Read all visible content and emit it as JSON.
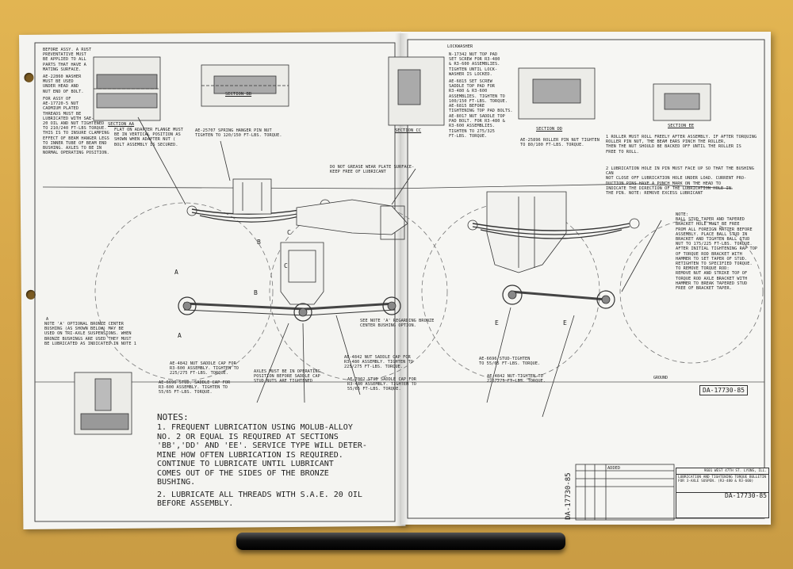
{
  "left_notes": {
    "before_assy": "BEFORE ASSY. A RUST\nPREVENTATIVE MUST\nBE APPLIED TO ALL\nPARTS THAT HAVE A\nMATING SURFACE.",
    "washer": "AE-22860 WASHER\nMUST BE USED\nUNDER HEAD AND\nNUT END OF BOLT.",
    "assy_nut": "FOR ASSY OF\nAE-17720-5 NUT\nCADMIUM PLATED\nTHREADS MUST BE\nLUBRICATED WITH SAE-\n20 OIL AND NUT TIGHTENED\nTO 210/240 FT-LBS TORQUE.\nTHIS IS TO INSURE CLAMPING\nEFFECT OF BEAM HANGER LEGS\nTO INNER TUBE OF BEAM END\nBUSHING. AXLES TO BE IN\nNORMAL OPERATING POSITION.",
    "section_aa": "SECTION AA",
    "flat_adapter": "FLAT ON ADAPTER FLANGE MUST\nBE IN VERTICAL POSITION AS\nSHOWN WHEN ADAPTER NUT (\nBOLT ASSEMBLY IS SECURED.",
    "section_bb": "SECTION BB",
    "spring_hanger": "AE-25707 SPRING HANGER PIN NUT\nTIGHTEN TO 120/150 FT-LBS. TORQUE.",
    "bronze": "NOTE 'A' OPTIONAL BRONZE CENTER\nBUSHING (AS SHOWN BELOW) MAY BE\nUSED ON TRI-AXLE SUSPENSIONS. WHEN\nBRONZE BUSHINGS ARE USED THEY MUST\nBE LUBRICATED AS INDICATED IN NOTE 1",
    "nut_saddle_left": "AE-4842 NUT SADDLE CAP FOR\nR3-600 ASSEMBLY. TIGHTEN TO\n225/275 FT-LBS. TORQUE.",
    "stud_saddle_left": "AE-6696 STUD, SADDLE CAP FOR\nR3-600 ASSEMBLY. TIGHTEN TO\n55/65 FT-LBS. TORQUE.",
    "axles": "AXLES MUST BE IN OPERATING\nPOSITION BEFORE SADDLE CAP\nSTUD NUTS ARE TIGHTENED",
    "circle_a": "A"
  },
  "notes": {
    "title": "NOTES:",
    "items": [
      "1. FREQUENT LUBRICATION USING MOLUB-ALLOY\n   NO. 2 OR EQUAL IS REQUIRED AT SECTIONS\n   'BB','DD' AND 'EE'. SERVICE TYPE WILL DETER-\n   MINE HOW OFTEN LUBRICATION IS REQUIRED.\n   CONTINUE TO LUBRICATE UNTIL LUBRICANT\n   COMES OUT OF THE SIDES OF THE BRONZE\n   BUSHING.",
      "2. LUBRICATE ALL THREADS WITH S.A.E. 20 OIL\n   BEFORE ASSEMBLY."
    ]
  },
  "center_notes": {
    "wear_plate": "DO NOT GREASE WEAR PLATE SURFACE-\nKEEP FREE OF LUBRICANT",
    "see_note_a": "SEE NOTE 'A' REGARDING BRONZE\nCENTER BUSHING OPTION.",
    "nut_saddle_r3480": "AE-4842 NUT SADDLE CAP FOR\nR3-480 ASSEMBLY. TIGHTEN TO\n225/275 FT-LBS. TORQUE.",
    "stud_saddle_r3480": "AE-7002 STUD SADDLE CAP FOR\nR3-480 ASSEMBLY. TIGHTEN TO\n55/65 FT-LBS. TORQUE."
  },
  "right_notes": {
    "lockwasher": "LOCKWASHER",
    "set_screw": "N-17342 NUT TOP PAD\nSET SCREW FOR R3-480\n& R3-600 ASSEMBLIES.\nTIGHTEN UNTIL LOCK-\nWASHER IS LOCKED.",
    "set_screw_2": "AE-6815 SET SCREW\nSADDLE TOP PAD FOR\nR3-480 & R3-600\nASSEMBLIES. TIGHTEN TO\n100/150 FT-LBS. TORQUE.\nAE-6815 BEFORE\nTIGHTENING TOP PAD BOLTS.",
    "pad_bolt": "AE-8017 NUT SADDLE TOP\nPAD BOLT. FOR R3-480 &\nR3-600 ASSEMBLIES.\nTIGHTEN TO 275/325\nFT-LBS. TORQUE.",
    "section_cc": "SECTION CC",
    "section_dd": "SECTION DD",
    "section_ee": "SECTION EE",
    "roller_pin": "AE-25896 ROLLER PIN NUT TIGHTEN\nTO 80/100 FT-LBS. TORQUE.",
    "roller_note": "1 ROLLER MUST ROLL FREELY AFTER ASSEMBLY. IF AFTER TORQUING\n  ROLLER PIN NUT, THE BEAM EARS PINCH THE ROLLER,\n  THEN THE NUT SHOULD BE BACKED OFF UNTIL THE ROLLER IS\n  FREE TO ROLL.",
    "lube_hole": "2 LUBRICATION HOLE IN PIN MUST FACE UP SO THAT THE BUSHING CAN\n  NOT CLOSE OFF LUBRICATION HOLE UNDER LOAD. CURRENT PRO-\n  DUCTION PINS HAVE A PUNCH MARK ON THE HEAD TO\n  INDICATE THE DIRECTION OF THE LUBRICATION HOLE IN\n  THE PIN. NOTE: REMOVE EXCESS LUBRICANT",
    "ball_stud": "NOTE:\nBALL STUD TAPER AND TAPERED\nBRACKET HOLE MUST BE FREE\nFROM ALL FOREIGN MATTER BEFORE\nASSEMBLY. PLACE BALL STUD IN\nBRACKET AND TIGHTEN BALL STUD\nNUT TO 175/225 FT-LBS. TORQUE.\nAFTER INITIAL TIGHTENING RAP TOP\nOF TORQUE ROD BRACKET WITH\nHAMMER TO SET TAPER OF STUD.\nRETIGHTEN TO SPECIFIED TORQUE.\nTO REMOVE TORQUE ROD:\nREMOVE NUT AND STRIKE TOP OF\nTORQUE ROD AXLE BRACKET WITH\nHAMMER TO BREAK TAPERED STUD\nFREE OF BRACKET TAPER.",
    "ground": "GROUND",
    "stud_tighten": "AE-6696 STUD-TIGHTEN\nTO 55/65 FT-LBS. TORQUE.",
    "nut_tighten": "AE-4842 NUT-TIGHTEN TO\n225/275 FT-LBS. TORQUE.",
    "dwg_number": "DA-17730-85",
    "revision": "ADDED",
    "title_block": "LUBRICATION AND TIGHTENING TORQUE BULLETIN\nFOR 3-AXLE SUSPEN. (R3-480 & R3-600)",
    "company": "9601 WEST 47TH ST.\nLYONS, ILL.",
    "dwg_number_2": "DA-17730-85",
    "vert_number": "DA-17730-85"
  },
  "labels": {
    "a": "A",
    "b": "B",
    "c": "C",
    "e": "E"
  }
}
